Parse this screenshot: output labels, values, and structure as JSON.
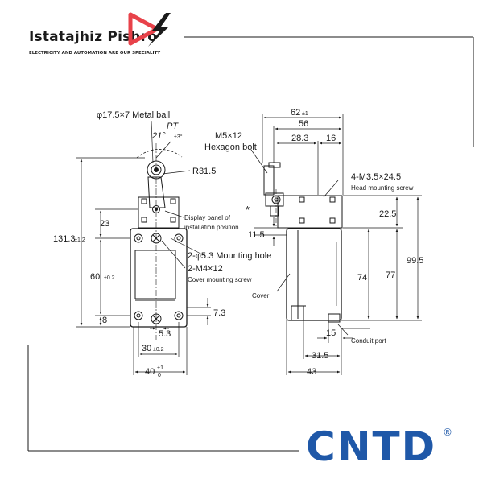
{
  "brand": {
    "name": "Istatajhiz Pishro",
    "tagline": "ELECTRICITY AND AUTOMATION ARE OUR SPECIALITY",
    "logo_icon": "red-triangle-play-lightning",
    "accent": "#e8424a"
  },
  "manufacturer": {
    "logo": "CNTD",
    "registered": "®",
    "color": "#1f58a8"
  },
  "front_view": {
    "ball_note": "φ17.5×7 Metal ball",
    "angle_label": "21°",
    "angle_tol": "±3°",
    "pt_label": "PT",
    "radius_label": "R31.5",
    "display_note_1": "Display panel of",
    "display_note_2": "installation position",
    "mounting_hole_note": "2-φ5.3 Mounting hole",
    "cover_screw_note": "2-M4×12",
    "cover_screw_sub": "Cover mounting screw",
    "dim_total_height": "131.3",
    "dim_total_height_tol": "±1.2",
    "dim_head_gap": "23",
    "dim_hole_spacing": "60",
    "dim_hole_spacing_tol": "±0.2",
    "dim_bottom_offset": "8",
    "dim_right_offset": "7.3",
    "dim_hole_x": "5.3",
    "dim_hole_width": "30",
    "dim_hole_width_tol": "±0.2",
    "dim_body_width": "40",
    "dim_body_width_tol_upper": "+1",
    "dim_body_width_tol_lower": "0"
  },
  "side_view": {
    "dim_overall_width": "62",
    "dim_overall_width_tol": "±1",
    "dim_56": "56",
    "dim_28_3": "28.3",
    "dim_16": "16",
    "bolt_note_1": "M5×12",
    "bolt_note_2": "Hexagon bolt",
    "head_screw_note": "4-M3.5×24.5",
    "head_screw_sub": "Head mounting screw",
    "star_mark": "*",
    "dim_22_5": "22.5",
    "dim_11_5": "11.5",
    "dim_74": "74",
    "dim_77": "77",
    "dim_99_5": "99.5",
    "cover_label": "Cover",
    "dim_15": "15",
    "conduit_label": "Conduit port",
    "dim_31_5": "31.5",
    "dim_43": "43"
  }
}
